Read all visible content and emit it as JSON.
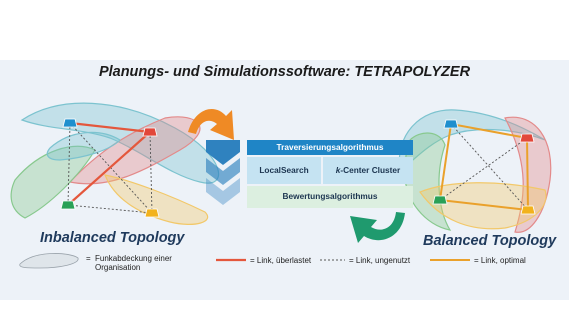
{
  "title": "Planungs- und Simulationssoftware: TETRAPOLYZER",
  "algorithms": {
    "traversal": "Traversierungsalgorithmus",
    "local_search": "LocalSearch",
    "k_center_prefix": "k",
    "k_center_suffix": "-Center Cluster",
    "evaluation": "Bewertungsalgorithmus"
  },
  "topologies": {
    "left_label": "Inbalanced Topology",
    "right_label": "Balanced Topology"
  },
  "legend": {
    "coverage_eq": "=",
    "coverage_text": "Funkabdeckung einer Organisation",
    "link_overloaded": "= Link, überlastet",
    "link_unused": "= Link, ungenutzt",
    "link_optimal": "= Link, optimal"
  },
  "colors": {
    "band": "#edf2f8",
    "coverage_teal": "#7cc3cf",
    "coverage_red": "#e38a8a",
    "coverage_yellow": "#f2c869",
    "coverage_green": "#88c98e",
    "node_blue": "#1f8fce",
    "node_red": "#e2473a",
    "node_green": "#2aa157",
    "node_yellow": "#f2b21c",
    "link_overloaded": "#e4573c",
    "link_optimal": "#eaa12b",
    "link_unused": "#555555",
    "box_blue": "#1f85c6",
    "box_light": "#c5e3f2",
    "box_pale": "#dcefe0",
    "arrow_orange": "#ef8a25",
    "arrow_green": "#1f9a6e",
    "chevron": "#2f82bf"
  }
}
